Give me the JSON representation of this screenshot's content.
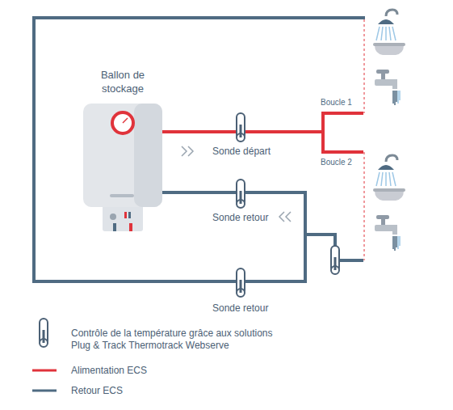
{
  "diagram": {
    "nodes": [
      {
        "text": [
          "Ballon de stockage"
        ]
      }
    ],
    "labels": [
      "Boucle 1",
      "Boucle 2",
      "Sonde départ",
      "Sonde retour",
      "Sonde retour"
    ],
    "legend": [
      {
        "text": "Contrôle de la température grâce aux solutions Plug & Track Thermotrack Webserve"
      },
      {
        "text": "Alimentation ECS"
      },
      {
        "text": "Retour ECS"
      }
    ]
  }
}
